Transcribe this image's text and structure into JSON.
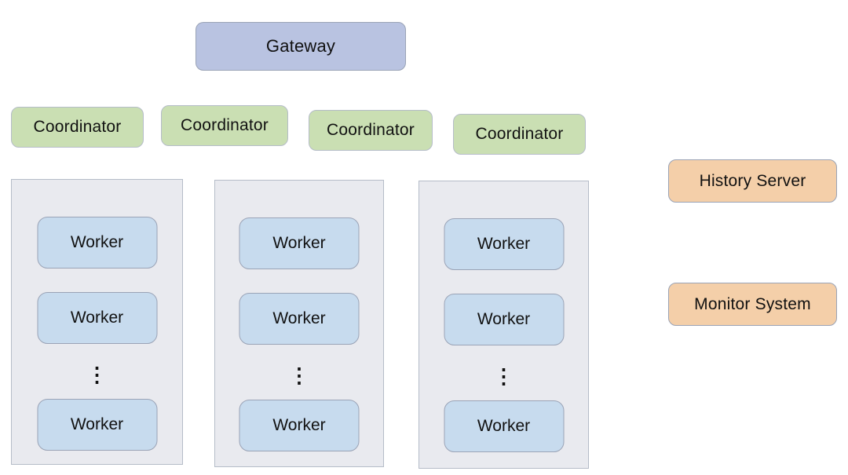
{
  "gateway": {
    "label": "Gateway"
  },
  "coordinators": [
    {
      "label": "Coordinator"
    },
    {
      "label": "Coordinator"
    },
    {
      "label": "Coordinator"
    },
    {
      "label": "Coordinator"
    }
  ],
  "worker_groups": [
    {
      "workers": [
        {
          "label": "Worker"
        },
        {
          "label": "Worker"
        },
        {
          "label": "Worker"
        }
      ],
      "ellipsis": "⋮"
    },
    {
      "workers": [
        {
          "label": "Worker"
        },
        {
          "label": "Worker"
        },
        {
          "label": "Worker"
        }
      ],
      "ellipsis": "⋮"
    },
    {
      "workers": [
        {
          "label": "Worker"
        },
        {
          "label": "Worker"
        },
        {
          "label": "Worker"
        }
      ],
      "ellipsis": "⋮"
    }
  ],
  "side_services": [
    {
      "label": "History Server"
    },
    {
      "label": "Monitor System"
    }
  ],
  "colors": {
    "gateway_fill": "#b9c3e1",
    "coordinator_fill": "#cadfb3",
    "worker_fill": "#c7dbee",
    "group_fill": "#e9eaef",
    "service_fill": "#f4cfa9",
    "node_border": "#9aa3b6",
    "light_border": "#b5bcc8"
  }
}
